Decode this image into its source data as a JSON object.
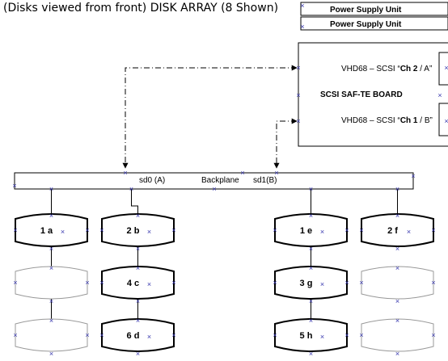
{
  "title": "(Disks viewed from front) DISK ARRAY (8 Shown)",
  "power_supply_units": [
    "Power Supply Unit",
    "Power Supply Unit"
  ],
  "board": {
    "name": "SCSI SAF-TE BOARD",
    "connector_top": {
      "prefix": "VHD68 – SCSI “",
      "bold": "Ch 2",
      "suffix": " / A”"
    },
    "connector_bottom": {
      "prefix": "VHD68 – SCSI “",
      "bold": "Ch 1",
      "suffix": " / B”"
    }
  },
  "backplane": {
    "label": "Backplane",
    "port_a": "sd0 (A)",
    "port_b": "sd1(B)"
  },
  "disks": {
    "col1": [
      "1 a",
      "",
      ""
    ],
    "col2": [
      "2 b",
      "4 c",
      "6 d"
    ],
    "col3": [
      "1 e",
      "3 g",
      "5 h"
    ],
    "col4": [
      "2 f",
      "",
      ""
    ]
  },
  "colors": {
    "line": "#000000",
    "marker": "#3b3bb0",
    "empty_slot_outline": "#999999"
  }
}
